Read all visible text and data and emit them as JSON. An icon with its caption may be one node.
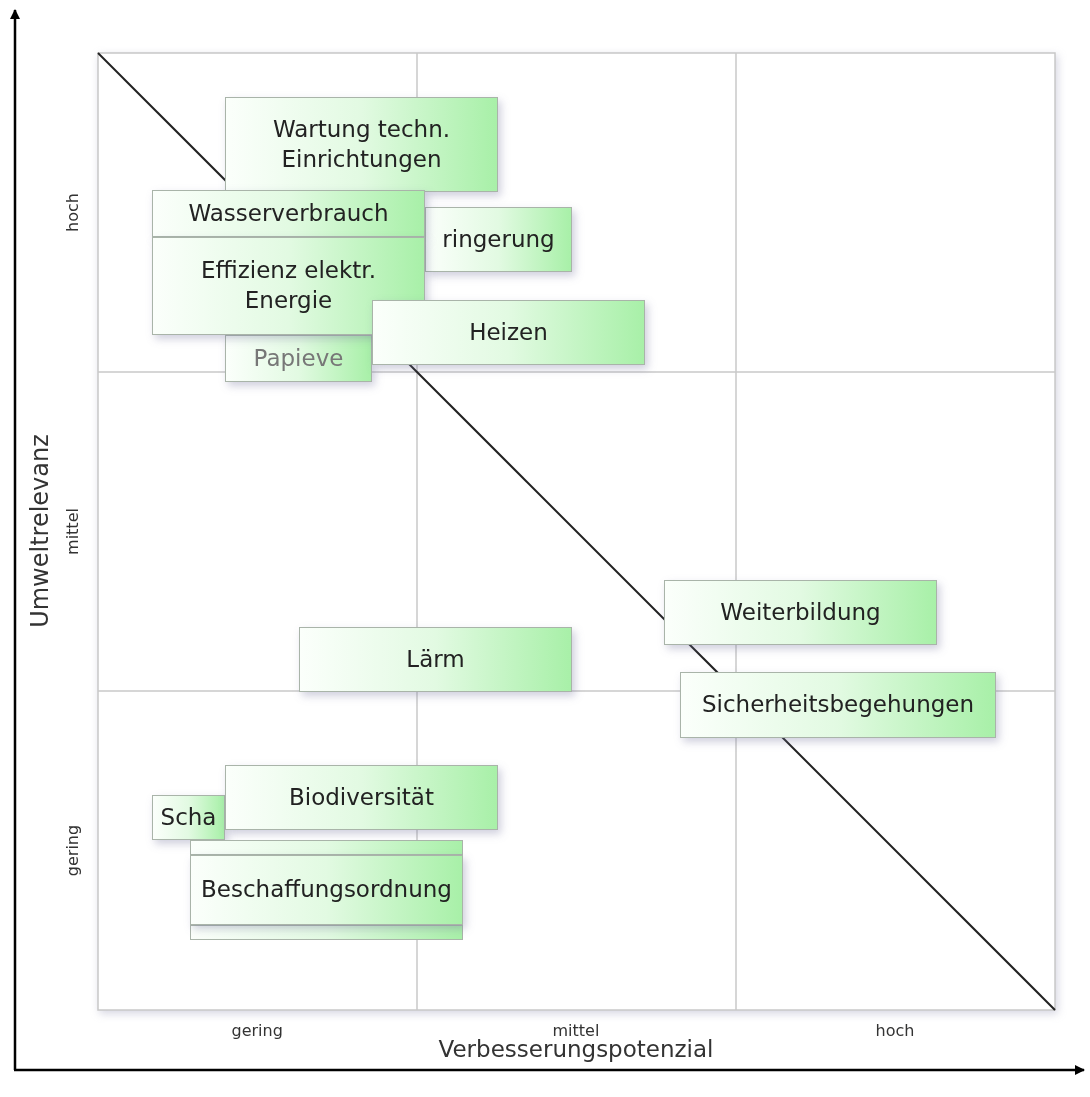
{
  "diagram": {
    "nodes": [
      {
        "text": [
          "Wartung techn. Einrichtungen"
        ]
      },
      {
        "text": [
          "Wasserverbrauch"
        ]
      },
      {
        "text": [
          "ringerung"
        ]
      },
      {
        "text": [
          "Effizienz elektr. Energie"
        ]
      },
      {
        "text": [
          "Heizen"
        ]
      },
      {
        "text": [
          "Papieve"
        ]
      },
      {
        "text": [
          "Weiterbildung"
        ]
      },
      {
        "text": [
          "Lärm"
        ]
      },
      {
        "text": [
          "Sicherheitsbegehungen"
        ]
      },
      {
        "text": [
          "Biodiversität"
        ]
      },
      {
        "text": [
          "Scha"
        ]
      },
      {
        "text": [],
        "shape": "box"
      },
      {
        "text": [],
        "shape": "box"
      },
      {
        "text": [
          "Beschaffungsordnung"
        ]
      }
    ],
    "edges": [],
    "labels": [
      "hoch",
      "mittel",
      "gering",
      "Umweltrelevanz",
      "gering",
      "mittel",
      "hoch",
      "Verbesserungspotenzial"
    ]
  }
}
